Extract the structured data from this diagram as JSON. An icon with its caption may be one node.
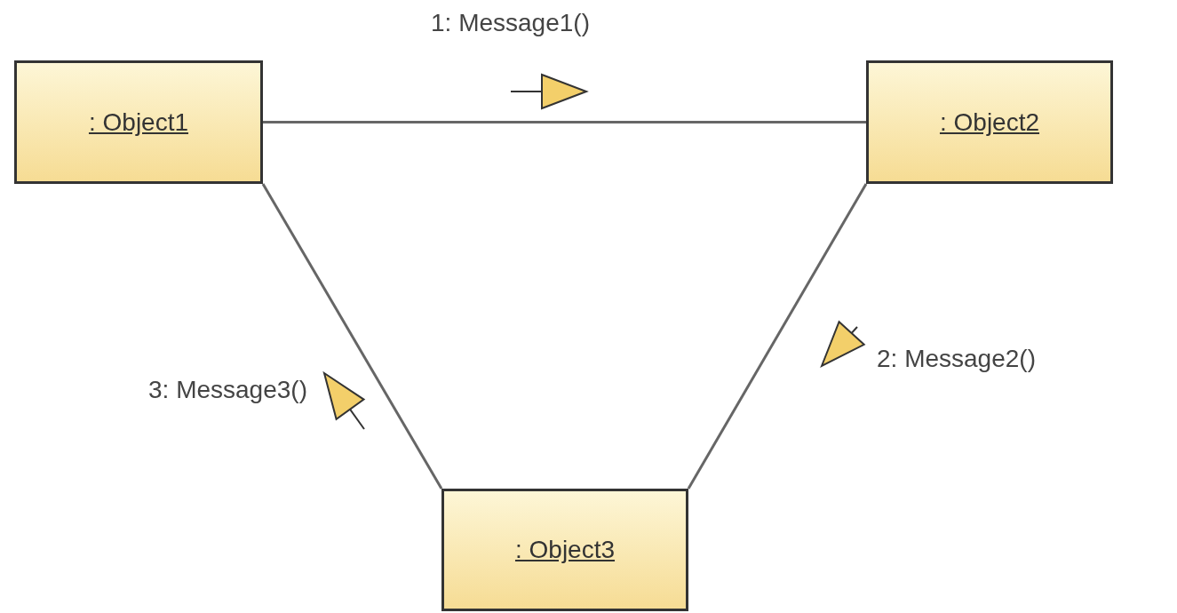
{
  "diagram": {
    "nodes": [
      {
        "text": [
          ": Object1"
        ]
      },
      {
        "text": [
          ": Object2"
        ]
      },
      {
        "text": [
          ": Object3"
        ]
      }
    ],
    "edges": [
      {
        "from": 0,
        "to": 1,
        "arrow": "none",
        "label": "1: Message1()"
      },
      {
        "from": 1,
        "to": 2,
        "arrow": "none",
        "label": "2: Message2()"
      },
      {
        "from": 2,
        "to": 0,
        "arrow": "none",
        "label": "3: Message3()"
      }
    ]
  }
}
